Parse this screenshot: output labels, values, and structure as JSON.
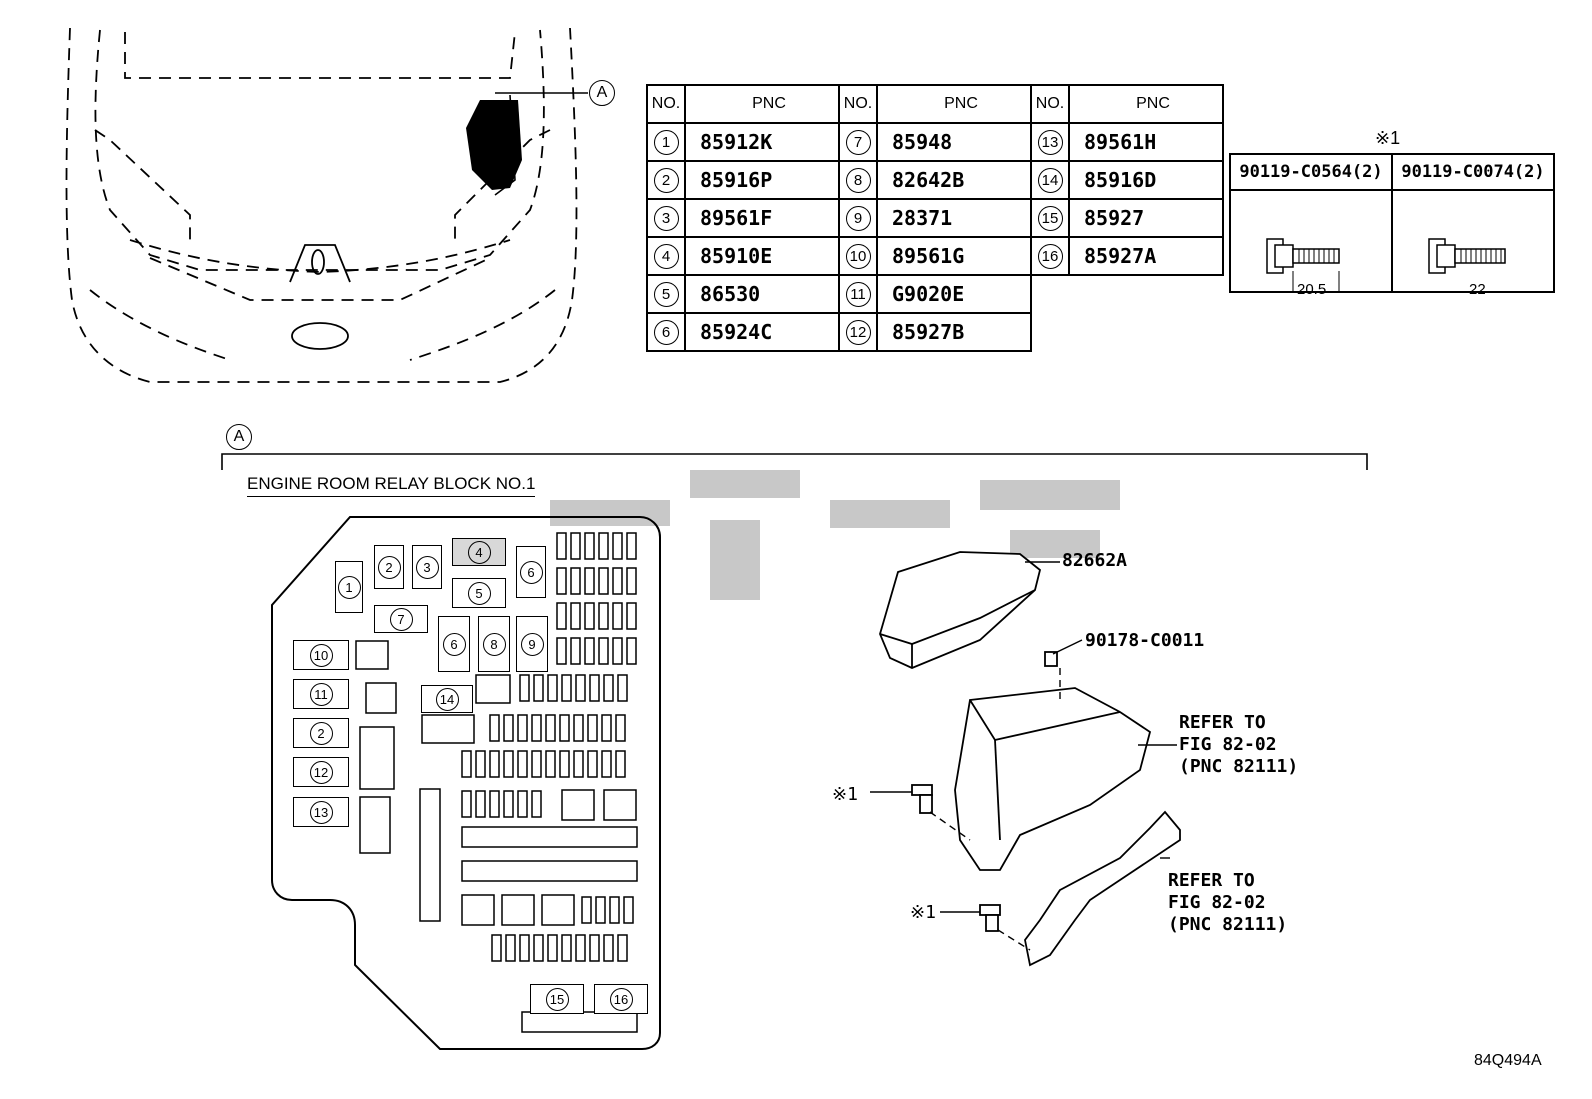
{
  "car_view": {
    "callout": "A"
  },
  "pnc_table": {
    "headers": {
      "no": "NO.",
      "pnc": "PNC"
    },
    "columns": [
      [
        {
          "no": "1",
          "pnc": "85912K"
        },
        {
          "no": "2",
          "pnc": "85916P"
        },
        {
          "no": "3",
          "pnc": "89561F"
        },
        {
          "no": "4",
          "pnc": "85910E"
        },
        {
          "no": "5",
          "pnc": "86530"
        },
        {
          "no": "6",
          "pnc": "85924C"
        }
      ],
      [
        {
          "no": "7",
          "pnc": "85948"
        },
        {
          "no": "8",
          "pnc": "82642B"
        },
        {
          "no": "9",
          "pnc": "28371"
        },
        {
          "no": "10",
          "pnc": "89561G"
        },
        {
          "no": "11",
          "pnc": "G9020E"
        },
        {
          "no": "12",
          "pnc": "85927B"
        }
      ],
      [
        {
          "no": "13",
          "pnc": "89561H"
        },
        {
          "no": "14",
          "pnc": "85916D"
        },
        {
          "no": "15",
          "pnc": "85927"
        },
        {
          "no": "16",
          "pnc": "85927A"
        }
      ]
    ]
  },
  "bolt_table": {
    "marker": "※1",
    "items": [
      {
        "part": "90119-C0564(2)",
        "length": "20.5"
      },
      {
        "part": "90119-C0074(2)",
        "length": "22"
      }
    ]
  },
  "detail": {
    "callout": "A",
    "title": "ENGINE ROOM RELAY BLOCK NO.1",
    "relay_numbers": [
      "1",
      "2",
      "3",
      "4",
      "5",
      "6",
      "7",
      "6",
      "8",
      "9",
      "10",
      "11",
      "2",
      "12",
      "13",
      "14",
      "15",
      "16"
    ],
    "exploded": {
      "cover_part": "82662A",
      "nut_part": "90178-C0011",
      "bolt_marker_1": "※1",
      "bolt_marker_2": "※1",
      "refer_1": [
        "REFER TO",
        "FIG 82-02",
        "(PNC 82111)"
      ],
      "refer_2": [
        "REFER TO",
        "FIG 82-02",
        "(PNC 82111)"
      ]
    }
  },
  "figure_code": "84Q494A"
}
